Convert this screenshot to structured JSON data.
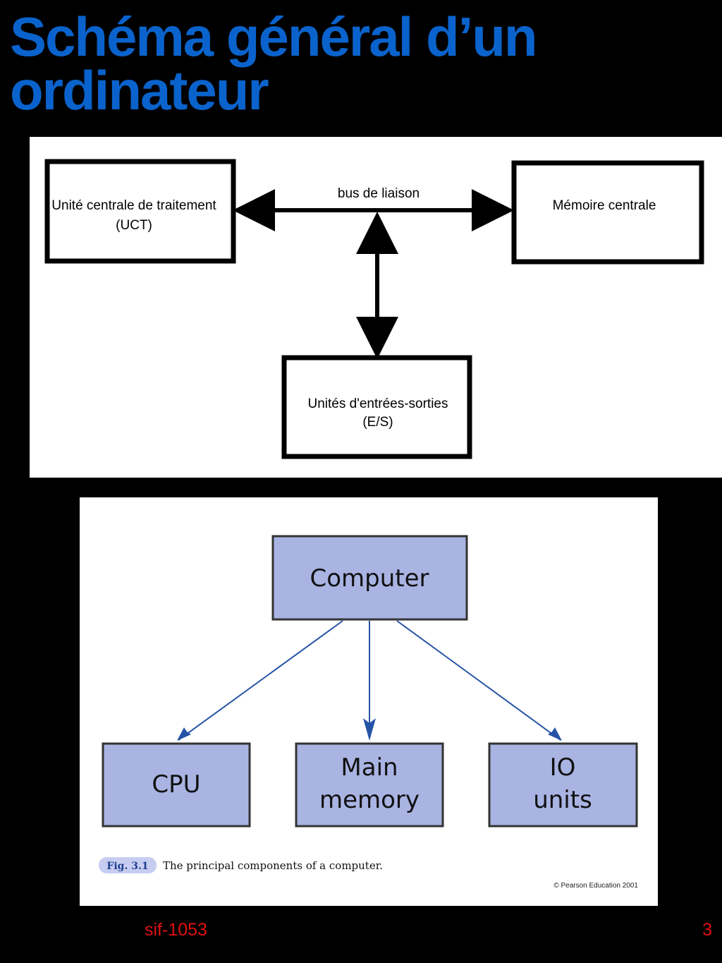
{
  "title": {
    "line1": "Schéma général d’un",
    "line2": "ordinateur"
  },
  "diagram_top": {
    "cpu_box": {
      "line1": "Unité centrale de traitement",
      "line2": "(UCT)"
    },
    "memory_box": {
      "line1": "Mémoire centrale"
    },
    "io_box": {
      "line1": "Unités d'entrées-sorties",
      "line2": "(E/S)"
    },
    "bus_label": "bus de liaison"
  },
  "diagram_bottom": {
    "root": "Computer",
    "children": [
      {
        "line1": "CPU"
      },
      {
        "line1": "Main",
        "line2": "memory"
      },
      {
        "line1": "IO",
        "line2": "units"
      }
    ],
    "caption_badge": "Fig. 3.1",
    "caption_text": "The principal components of a computer.",
    "copyright": "© Pearson Education 2001",
    "colors": {
      "box_fill": "#a9b4e3",
      "arrow": "#2553a6",
      "badge": "#c7cdf0"
    }
  },
  "footer": {
    "course": "sif-1053",
    "page": "3"
  },
  "colors": {
    "title": "#0a63cc",
    "footer": "#e01010",
    "background": "#000000"
  }
}
